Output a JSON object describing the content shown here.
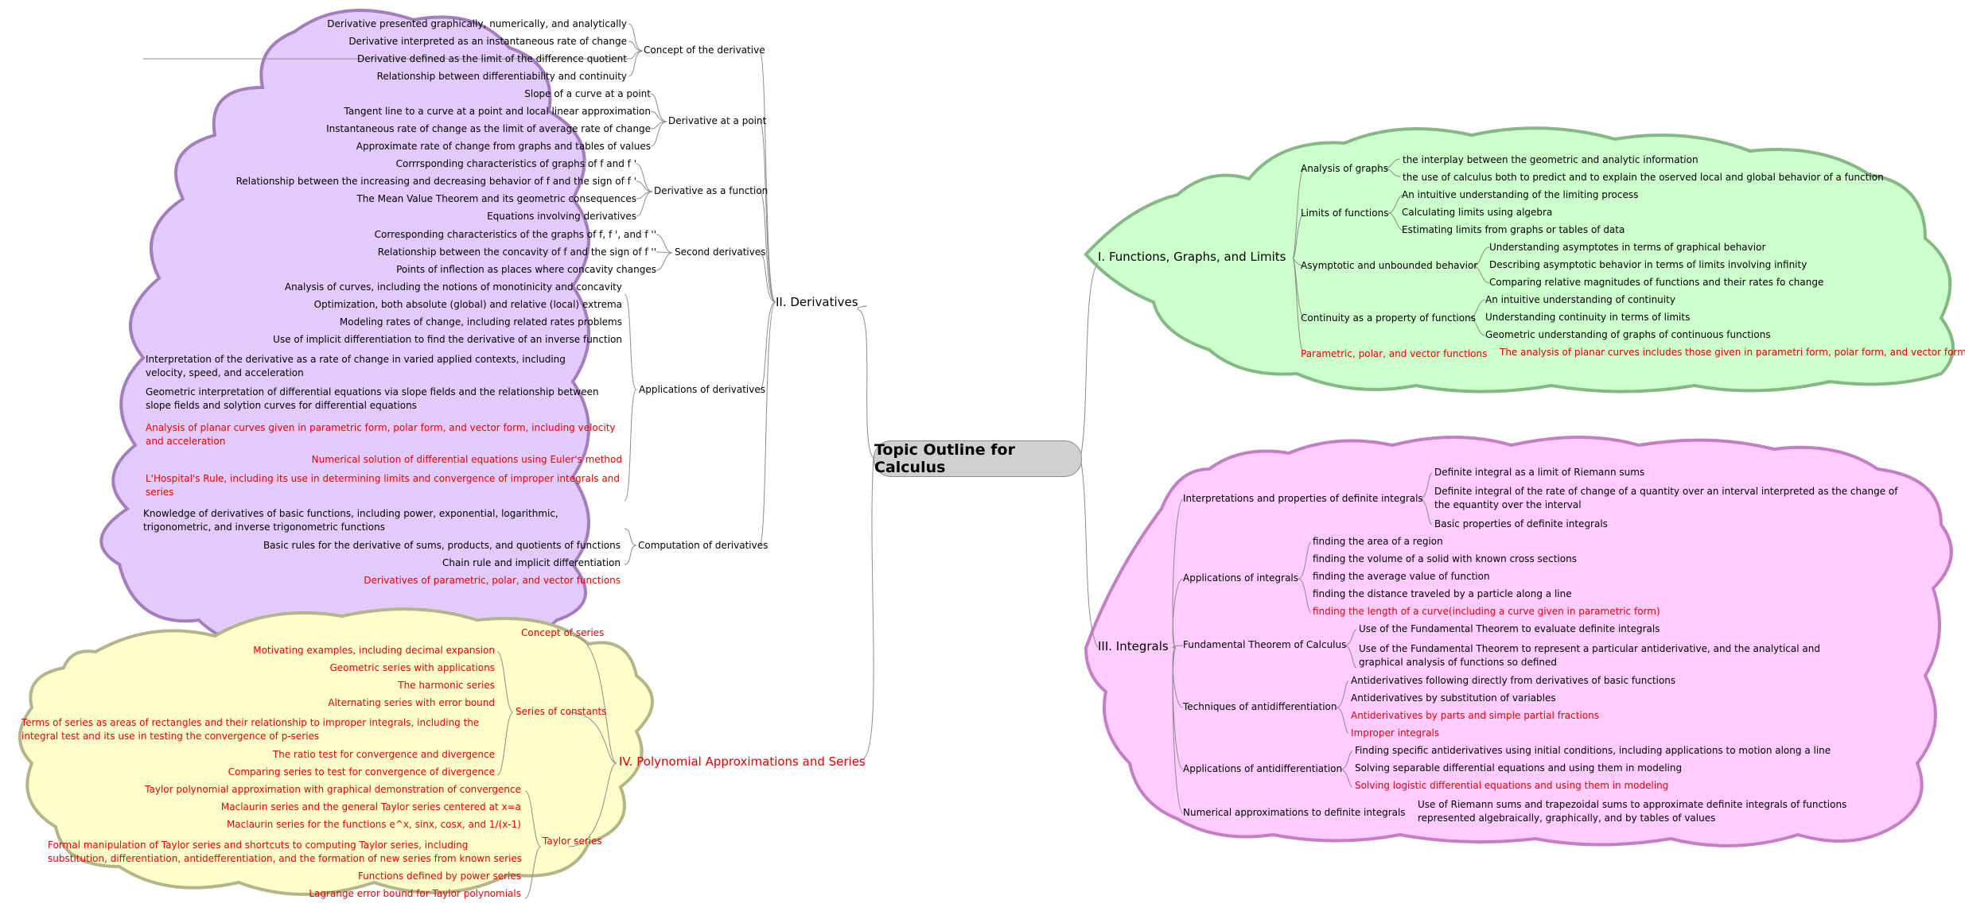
{
  "center": {
    "title": "Topic Outline for Calculus"
  },
  "colors": {
    "derivatives_fill": "#e2cbfa",
    "series_fill": "#ffffcc",
    "functions_fill": "#ccffcc",
    "integrals_fill": "#ffccff",
    "highlight_text": "#ea0000"
  },
  "derivatives": {
    "title": "II. Derivatives",
    "concept": {
      "label": "Concept of the derivative",
      "items": [
        "Derivative presented graphically, numerically, and analytically",
        "Derivative interpreted as an instantaneous rate of change",
        "Derivative defined as the limit of the difference quotient",
        "Relationship between differentiability and continuity"
      ]
    },
    "at_point": {
      "label": "Derivative at a point",
      "items": [
        "Slope of a curve at a point",
        "Tangent line to a curve at a point and local linear approximation",
        "Instantaneous rate of change as the limit of average rate of change",
        "Approximate rate of change from graphs and tables of values"
      ]
    },
    "as_function": {
      "label": "Derivative as a function",
      "items": [
        "Corrrsponding characteristics of graphs of f and f '",
        "Relationship between the increasing and decreasing behavior of f and the sign of f '",
        "The Mean Value Theorem and its geometric consequences",
        "Equations involving derivatives"
      ]
    },
    "second": {
      "label": "Second derivatives",
      "items": [
        "Corresponding characteristics of the graphs of f, f ', and f ''",
        "Relationship between the concavity of f and the sign of f ''",
        "Points of inflection as places where concavity changes"
      ]
    },
    "applications": {
      "label": "Applications of derivatives",
      "items": [
        "Analysis of curves, including the notions of monotinicity and concavity",
        "Optimization, both absolute (global) and relative (local) extrema",
        "Modeling rates of change, including related rates problems",
        "Use of implicit differentiation to find the derivative of an inverse function",
        "Interpretation of the derivative as a rate of change in varied applied contexts, including velocity, speed, and acceleration",
        "Geometric interpretation of differential equations via slope fields and the relationship between slope fields and solytion curves for differential equations",
        "Analysis of planar curves given in parametric form, polar form, and vector form, including velocity and acceleration",
        "Numerical solution of differential equations using Euler's method",
        "L'Hospital's Rule, including its use in determining limits and convergence of improper integrals and series"
      ]
    },
    "computation": {
      "label": "Computation of derivatives",
      "items": [
        "Knowledge of derivatives of basic functions, including power, exponential, logarithmic, trigonometric, and inverse trigonometric functions",
        "Basic rules for the derivative of sums, products, and quotients of functions",
        "Chain rule and implicit differentiation",
        "Derivatives of parametric, polar, and vector functions"
      ]
    }
  },
  "series": {
    "title": "IV. Polynomial Approximations and Series",
    "concept": {
      "label": "Concept of series"
    },
    "constants": {
      "label": "Series of constants",
      "items": [
        "Motivating examples, including decimal expansion",
        "Geometric series with applications",
        "The harmonic series",
        "Alternating series with error bound",
        "Terms of series as areas of rectangles and their relationship to improper integrals, including the integral test and its use in testing the convergence of p-series",
        "The ratio test for convergence and divergence",
        "Comparing series to test for convergence of divergence"
      ]
    },
    "taylor": {
      "label": "Taylor series",
      "items": [
        "Taylor polynomial approximation with graphical demonstration of convergence",
        "Maclaurin series and the general Taylor series centered at x=a",
        "Maclaurin series for the functions e^x, sinx, cosx, and 1/(x-1)",
        "Formal manipulation of Taylor series and shortcuts to computing Taylor series, including substitution, differentiation, antidefferentiation, and the formation of new series from known series",
        "Functions defined by power series",
        "Lagrange error bound for Taylor polynomials"
      ]
    }
  },
  "functions": {
    "title": "I. Functions, Graphs, and Limits",
    "graphs": {
      "label": "Analysis of graphs",
      "items": [
        "the interplay between the geometric and analytic information",
        "the use of calculus both to predict and to explain the oserved local and global behavior of a function"
      ]
    },
    "limits": {
      "label": "Limits of functions",
      "items": [
        "An intuitive understanding of the limiting process",
        "Calculating limits using algebra",
        "Estimating limits from graphs or tables of data"
      ]
    },
    "asymptotic": {
      "label": "Asymptotic and unbounded behavior",
      "items": [
        "Understanding asymptotes in terms of graphical behavior",
        "Describing asymptotic behavior in terms of limits involving infinity",
        "Comparing relative magnitudes of functions and their rates fo change"
      ]
    },
    "continuity": {
      "label": "Continuity as a property of functions",
      "items": [
        "An intuitive understanding of continuity",
        "Understanding continuity in terms of limits",
        "Geometric understanding of graphs of continuous functions"
      ]
    },
    "parametric": {
      "label": "Parametric, polar, and vector functions",
      "items": [
        "The analysis of planar curves includes those given in parametri form, polar form, and vector form"
      ]
    }
  },
  "integrals": {
    "title": "III. Integrals",
    "interpretations": {
      "label": "Interpretations and properties of definite integrals",
      "items": [
        "Definite integral as a limit of Riemann sums",
        "Definite integral of the rate of change of a quantity over an interval interpreted as the change of the equantity over the interval",
        "Basic properties of definite integrals"
      ]
    },
    "applications": {
      "label": "Applications of integrals",
      "items": [
        "finding the area of a region",
        "finding the volume of a solid with known cross sections",
        "finding the average value of function",
        "finding the distance traveled by a particle along a line",
        "finding the length of a curve(including a curve given in parametric form)"
      ]
    },
    "ftc": {
      "label": "Fundamental Theorem of Calculus",
      "items": [
        "Use of the Fundamental Theorem to evaluate definite integrals",
        "Use of the Fundamental Theorem to represent a particular antiderivative, and the analytical and graphical analysis of functions so defined"
      ]
    },
    "techniques": {
      "label": "Techniques of antidifferentiation",
      "items": [
        "Antiderivatives following directly from derivatives of basic functions",
        "Antiderivatives by substitution of variables",
        "Antiderivatives by parts and simple partial fractions",
        "Improper integrals"
      ]
    },
    "anti_apps": {
      "label": "Applications of antidifferentiation",
      "items": [
        "Finding specific antiderivatives using initial conditions, including applications to motion along a line",
        "Solving separable differential equations and using them in modeling",
        "Solving logistic differential equations and using them in modeling"
      ]
    },
    "numerical": {
      "label": "Numerical approximations to definite integrals",
      "items": [
        "Use of Riemann sums and trapezoidal sums to approximate definite integrals of functions represented algebraically, graphically, and by tables of values"
      ]
    }
  }
}
